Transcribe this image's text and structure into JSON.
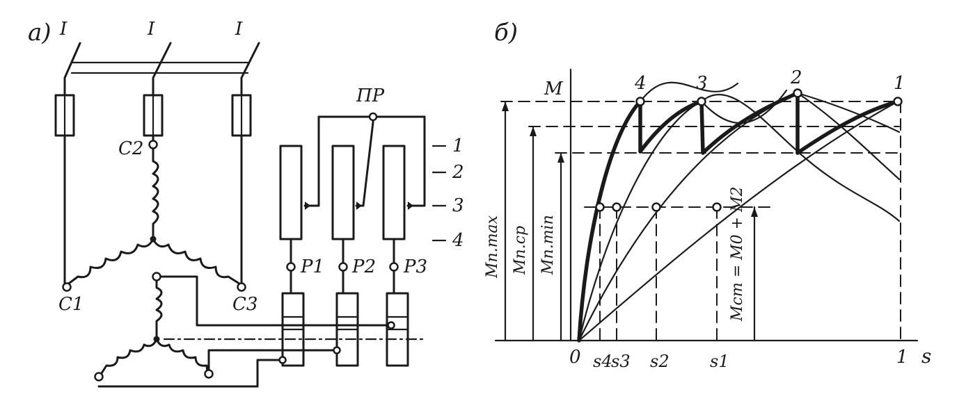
{
  "panel_a": {
    "label": "а)",
    "phase_marks": [
      "I",
      "I",
      "I"
    ],
    "stator_terminals": [
      "С2",
      "С1",
      "С3"
    ],
    "switch_label": "ПР",
    "resistors": [
      "Р1",
      "Р2",
      "Р3"
    ],
    "positions": [
      "1",
      "2",
      "3",
      "4"
    ]
  },
  "panel_b": {
    "label": "б)",
    "y_axis_label": "М",
    "x_axis_label": "s",
    "curve_labels": [
      "4",
      "3",
      "2",
      "1"
    ],
    "tick_labels": [
      "0",
      "s4",
      "s3",
      "s2",
      "s1",
      "1"
    ],
    "moment_labels": {
      "max": "Мп.max",
      "avg": "Мп.ср",
      "min": "Мп.min",
      "static": "Мст = М0 + М2"
    }
  }
}
